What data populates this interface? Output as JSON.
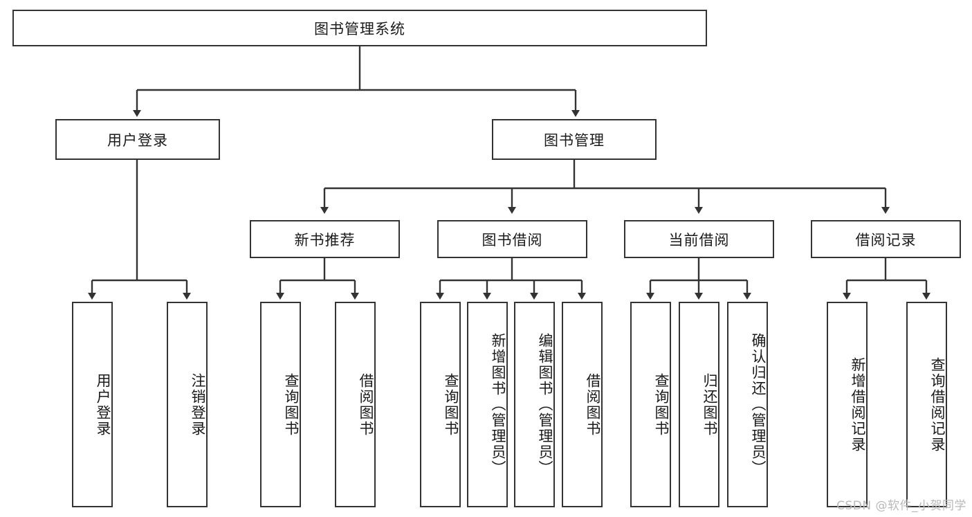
{
  "diagram": {
    "title": "图书管理系统",
    "type": "tree-hierarchy",
    "root": {
      "label": "图书管理系统"
    },
    "level2": [
      {
        "label": "用户登录"
      },
      {
        "label": "图书管理"
      }
    ],
    "level3": [
      {
        "label": "新书推荐"
      },
      {
        "label": "图书借阅"
      },
      {
        "label": "当前借阅"
      },
      {
        "label": "借阅记录"
      }
    ],
    "leaves": {
      "user_login": [
        {
          "label": "用户登录"
        },
        {
          "label": "注销登录"
        }
      ],
      "new_book_recommend": [
        {
          "label": "查询图书"
        },
        {
          "label": "借阅图书"
        }
      ],
      "book_borrow": [
        {
          "label": "查询图书"
        },
        {
          "label": "新增图书（管理员）"
        },
        {
          "label": "编辑图书（管理员）"
        },
        {
          "label": "借阅图书"
        }
      ],
      "current_borrow": [
        {
          "label": "查询图书"
        },
        {
          "label": "归还图书"
        },
        {
          "label": "确认归还（管理员）"
        }
      ],
      "borrow_record": [
        {
          "label": "新增借阅记录"
        },
        {
          "label": "查询借阅记录"
        }
      ]
    }
  },
  "watermark": {
    "text": "CSDN @软件_小贺同学"
  },
  "colors": {
    "line": "#333333",
    "box_border": "#333333",
    "background": "#ffffff",
    "text": "#1a1a1a",
    "watermark": "#b9b9b9"
  }
}
